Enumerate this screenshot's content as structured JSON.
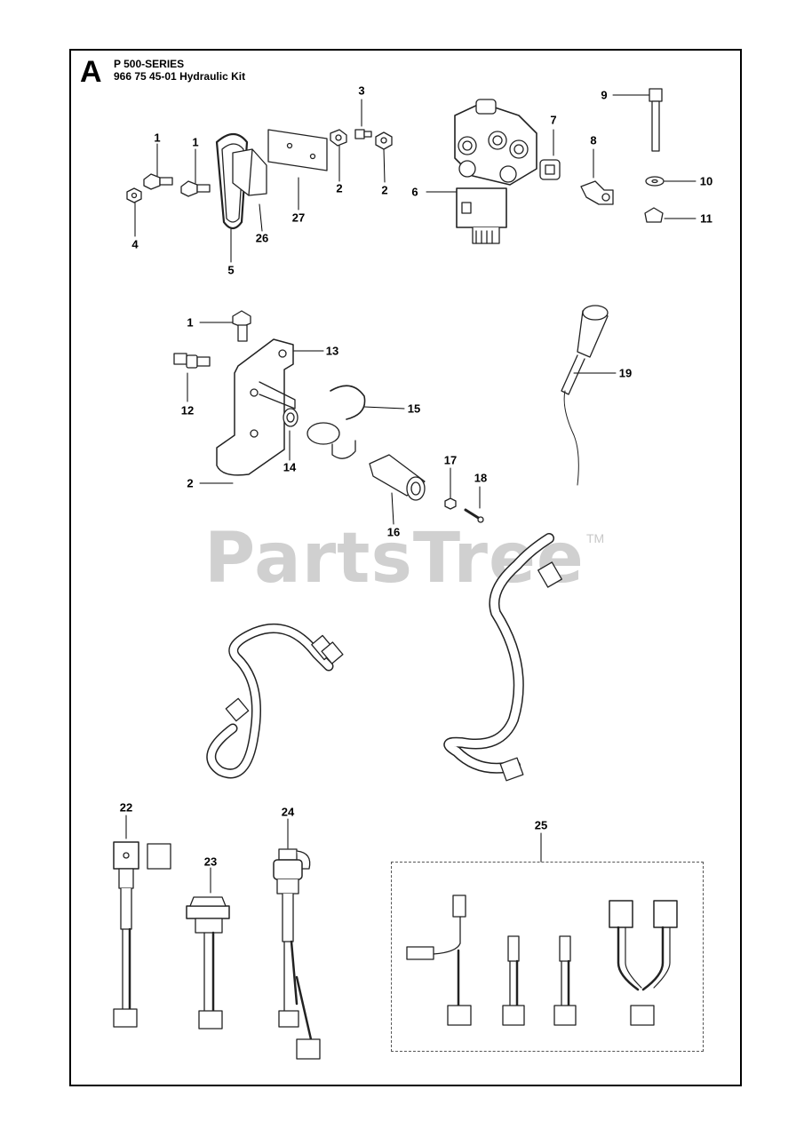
{
  "header": {
    "letter": "A",
    "series": "P 500-SERIES",
    "kit": "966 75 45-01 Hydraulic Kit"
  },
  "watermark": {
    "text": "PartsTree",
    "tm": "TM"
  },
  "callouts": {
    "c1a": "1",
    "c1b": "1",
    "c1c": "1",
    "c2a": "2",
    "c2b": "2",
    "c2c": "2",
    "c3": "3",
    "c4": "4",
    "c5": "5",
    "c6": "6",
    "c7": "7",
    "c8": "8",
    "c9": "9",
    "c10": "10",
    "c11": "11",
    "c12": "12",
    "c13": "13",
    "c14": "14",
    "c15": "15",
    "c16": "16",
    "c17": "17",
    "c18": "18",
    "c19": "19",
    "c22": "22",
    "c23": "23",
    "c24": "24",
    "c25": "25",
    "c26": "26",
    "c27": "27"
  }
}
